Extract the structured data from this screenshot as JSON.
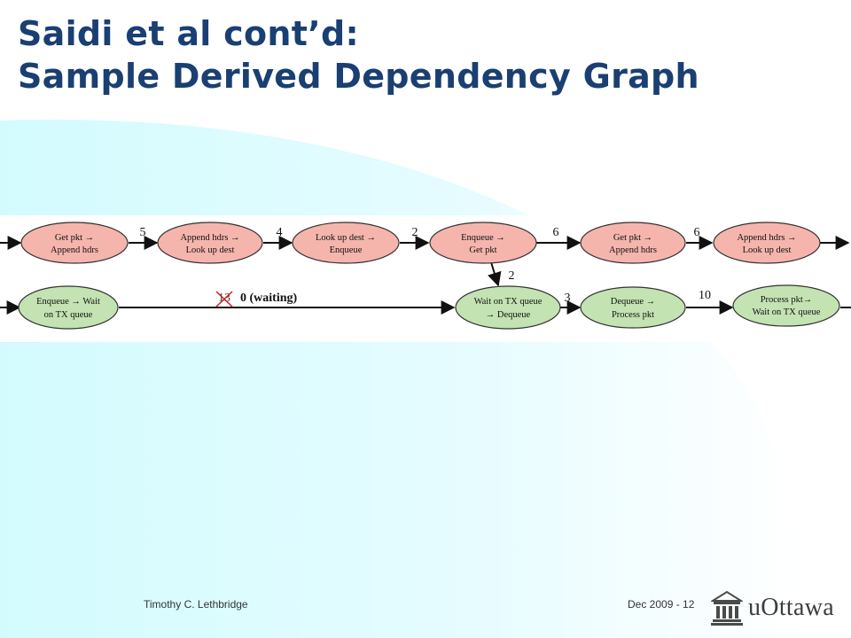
{
  "slide": {
    "title_line1": "Saidi et al cont’d:",
    "title_line2": "Sample Derived Dependency Graph",
    "author": "Timothy C. Lethbridge",
    "date_page": "Dec 2009 - 12",
    "logo_text": "uOttawa"
  },
  "colors": {
    "title": "#1a3f72",
    "node_red_fill": "#f5b5ad",
    "node_green_fill": "#c3e3b2",
    "edge": "#111111",
    "strike": "#cc2222",
    "swoosh": "#d6fbfe"
  },
  "icons": [
    "university-building-icon"
  ],
  "graph": {
    "nodes": [
      {
        "id": "r1",
        "row": 1,
        "color": "red",
        "line1": "Get pkt →",
        "line2": "Append hdrs"
      },
      {
        "id": "r2",
        "row": 1,
        "color": "red",
        "line1": "Append hdrs →",
        "line2": "Look up dest"
      },
      {
        "id": "r3",
        "row": 1,
        "color": "red",
        "line1": "Look up dest →",
        "line2": "Enqueue"
      },
      {
        "id": "r4",
        "row": 1,
        "color": "red",
        "line1": "Enqueue →",
        "line2": "Get pkt"
      },
      {
        "id": "r5",
        "row": 1,
        "color": "red",
        "line1": "Get pkt →",
        "line2": "Append hdrs"
      },
      {
        "id": "r6",
        "row": 1,
        "color": "red",
        "line1": "Append hdrs →",
        "line2": "Look up dest"
      },
      {
        "id": "g1",
        "row": 2,
        "color": "green",
        "line1": "Enqueue → Wait",
        "line2": "on TX queue"
      },
      {
        "id": "g2",
        "row": 2,
        "color": "green",
        "line1": "Wait on TX queue",
        "line2": "→ Dequeue"
      },
      {
        "id": "g3",
        "row": 2,
        "color": "green",
        "line1": "Dequeue →",
        "line2": "Process pkt"
      },
      {
        "id": "g4",
        "row": 2,
        "color": "green",
        "line1": "Process pkt→",
        "line2": "Wait on TX queue"
      }
    ],
    "edges": [
      {
        "from": null,
        "to": "r1",
        "label": ""
      },
      {
        "from": "r1",
        "to": "r2",
        "label": "5"
      },
      {
        "from": "r2",
        "to": "r3",
        "label": "4"
      },
      {
        "from": "r3",
        "to": "r4",
        "label": "2"
      },
      {
        "from": "r4",
        "to": "r5",
        "label": "6"
      },
      {
        "from": "r5",
        "to": "r6",
        "label": "6"
      },
      {
        "from": "r6",
        "to": null,
        "label": ""
      },
      {
        "from": "r4",
        "to": "g2",
        "label": "2"
      },
      {
        "from": null,
        "to": "g1",
        "label": ""
      },
      {
        "from": "g1",
        "to": "g2",
        "label": "0 (waiting)",
        "struck_label": "13"
      },
      {
        "from": "g2",
        "to": "g3",
        "label": "3"
      },
      {
        "from": "g3",
        "to": "g4",
        "label": "10"
      },
      {
        "from": "g4",
        "to": null,
        "label": ""
      }
    ]
  }
}
